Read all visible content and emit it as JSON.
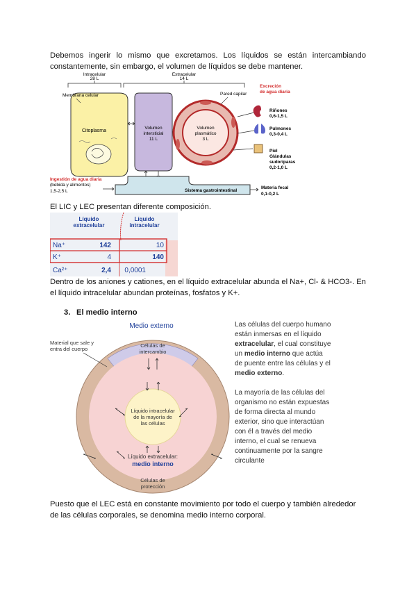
{
  "paragraphs": {
    "p1": "Debemos ingerir lo mismo que excretamos. Los líquidos se están intercambiando constantemente, sin embargo, el volumen de líquidos se debe mantener.",
    "p2": "El LIC y LEC presentan diferente composición.",
    "p3": "Dentro de los aniones y cationes, en el líquido extracelular abunda el Na+, Cl- & HCO3-. En el líquido intracelular abundan proteínas, fosfatos y K+.",
    "p5": "Puesto que el LEC está en constante movimiento por todo el cuerpo y también alrededor de las células corporales, se denomina medio interno corporal."
  },
  "section": {
    "number": "3.",
    "title": "El medio interno"
  },
  "figure1": {
    "intracelular": "Intracelular",
    "intracelular_vol": "28 L",
    "extracelular": "Extracelular",
    "extracelular_vol": "14 L",
    "membrana": "Membrana celular",
    "pared": "Pared capilar",
    "citoplasma": "Citoplasma",
    "vol_int_1": "Volumen",
    "vol_int_2": "intersticial",
    "vol_int_3": "11 L",
    "vol_pla_1": "Volumen",
    "vol_pla_2": "plasmático",
    "vol_pla_3": "3 L",
    "excrecion_1": "Excreción",
    "excrecion_2": "de agua diaria",
    "rinones_1": "Riñones",
    "rinones_2": "0,6-1,5 L",
    "pulmones_1": "Pulmones",
    "pulmones_2": "0,3-0,4 L",
    "piel_1": "Piel",
    "piel_2": "Glándulas",
    "piel_3": "sudoríparas",
    "piel_4": "0,2-1,0 L",
    "ingestion_1": "Ingestión de agua diaria",
    "ingestion_2": "(bebida y alimentos)",
    "ingestion_3": "1,5-2,5 L",
    "gastro": "Sistema gastrointestinal",
    "fecal_1": "Materia fecal",
    "fecal_2": "0,1-0,2 L"
  },
  "table": {
    "col1_line1": "Líquido",
    "col1_line2": "extracelular",
    "col2_line1": "Líquido",
    "col2_line2": "intracelular",
    "rows": [
      {
        "ion": "Na⁺",
        "lec": "142",
        "lic": "10"
      },
      {
        "ion": "K⁺",
        "lec": "4",
        "lic": "140"
      },
      {
        "ion": "Ca²⁺",
        "lec": "2,4",
        "lic": "0,0001"
      }
    ]
  },
  "figure2": {
    "medio_externo": "Medio externo",
    "material_1": "Material que sale y",
    "material_2": "entra del cuerpo",
    "celulas_int_1": "Células de",
    "celulas_int_2": "intercambio",
    "lic_1": "Líquido intracelular",
    "lic_2": "de la mayoría de",
    "lic_3": "las células",
    "lec_1": "Líquido extracelular:",
    "lec_2": "medio interno",
    "prot_1": "Células de",
    "prot_2": "protección",
    "side1_1": "Las células del cuerpo humano",
    "side1_2": "están inmersas en el líquido",
    "side1_3a": "extracelular",
    "side1_3b": ", el cual constituye",
    "side1_4a": "un ",
    "side1_4b": "medio interno",
    "side1_4c": " que actúa",
    "side1_5": "de puente entre las células y el",
    "side1_6": "medio externo",
    "side1_6b": ".",
    "side2_1": "La mayoría de las células del",
    "side2_2": "organismo no están expuestas",
    "side2_3": "de forma directa al mundo",
    "side2_4": "exterior, sino que interactúan",
    "side2_5": "con él a través del medio",
    "side2_6": "interno, el cual se renueva",
    "side2_7": "continuamente por la sangre",
    "side2_8": "circulante"
  },
  "colors": {
    "cell_fill": "#fbf1a6",
    "interstitial": "#c7b8de",
    "capillary": "#e8b9b0",
    "red_label": "#d22a2a",
    "blue_accent": "#1e3f9a",
    "table_bg": "#eef1f6",
    "table_border": "#d32f2f",
    "outer_ring": "#d9b9a2",
    "ec_fluid": "#f7d3d3",
    "ic_fluid": "#fdf3c8"
  }
}
